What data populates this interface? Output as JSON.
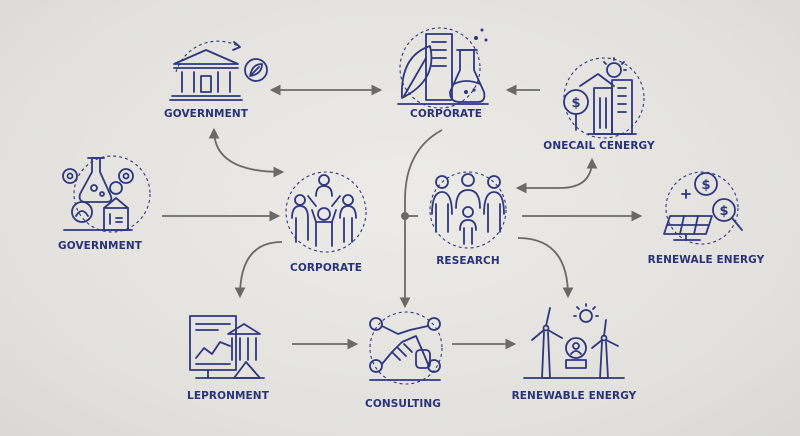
{
  "nodes": [
    {
      "id": "government-top",
      "label": "GOVERNMENT",
      "icon": "government-building-icon"
    },
    {
      "id": "corporate-top",
      "label": "CORPORATE",
      "icon": "corporate-lab-icon"
    },
    {
      "id": "onecail-cenergy",
      "label": "ONECAIL CENERGY",
      "icon": "energy-finance-icon"
    },
    {
      "id": "government-left",
      "label": "GOVERNMENT",
      "icon": "lab-research-icon"
    },
    {
      "id": "corporate-mid",
      "label": "CORPORATE",
      "icon": "team-people-icon"
    },
    {
      "id": "research",
      "label": "RESEARCH",
      "icon": "family-group-icon"
    },
    {
      "id": "renewale-energy",
      "label": "RENEWALE ENERGY",
      "icon": "solar-finance-icon"
    },
    {
      "id": "lepronment",
      "label": "LEPRONMENT",
      "icon": "report-building-icon"
    },
    {
      "id": "consulting",
      "label": "CONSULTING",
      "icon": "handshake-icon"
    },
    {
      "id": "renewable-energy",
      "label": "RENEWABLE ENERGY",
      "icon": "wind-turbine-icon"
    }
  ],
  "colors": {
    "icon": "#2f3780",
    "label": "#2a3278",
    "arrow": "#6b6a66",
    "background": "#e6e5e1"
  }
}
